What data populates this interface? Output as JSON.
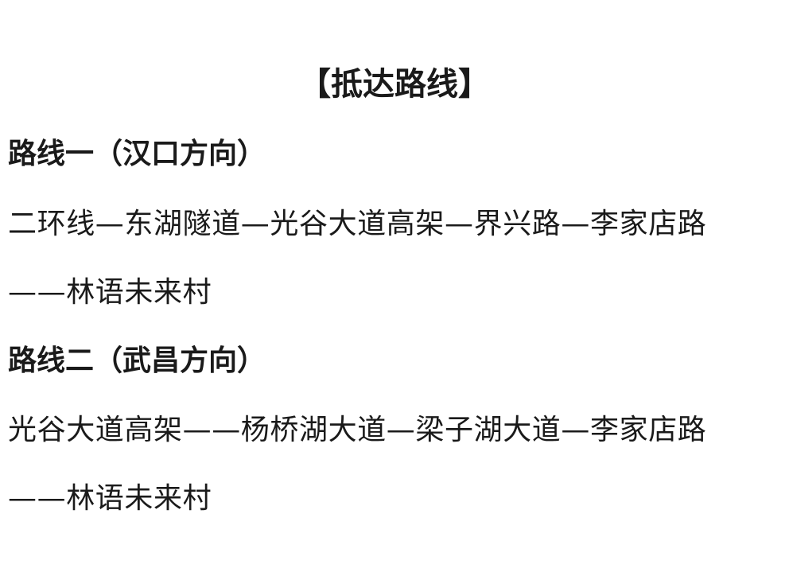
{
  "title": "【抵达路线】",
  "routes": [
    {
      "heading": "路线一（汉口方向）",
      "lines": [
        "二环线—东湖隧道—光谷大道高架—界兴路—李家店路",
        "——林语未来村"
      ]
    },
    {
      "heading": "路线二（武昌方向）",
      "lines": [
        "光谷大道高架——杨桥湖大道—梁子湖大道—李家店路",
        "——林语未来村"
      ]
    }
  ]
}
